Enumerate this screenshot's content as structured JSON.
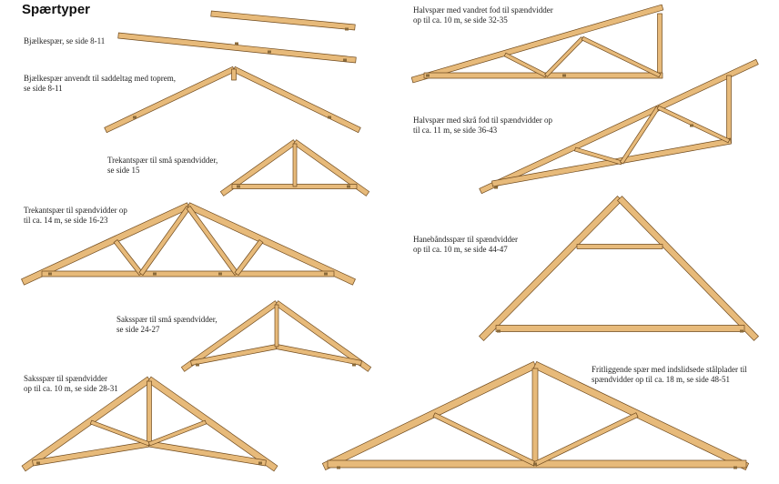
{
  "title": "Spærtyper",
  "colors": {
    "wood": "#e7ba7a",
    "wood_dark": "#c08a45",
    "edge": "#6f4a1e",
    "plate": "#8a6a3a"
  },
  "items": [
    {
      "id": "bjaelkespaer",
      "lines": [
        "Bjælkespær, se side 8-11"
      ]
    },
    {
      "id": "bjaelkespaer-saddeltag",
      "lines": [
        "Bjælkespær anvendt til saddeltag med toprem,",
        "se side 8-11"
      ]
    },
    {
      "id": "trekantspaer-sma",
      "lines": [
        "Trekantspær til små spændvidder,",
        "se side 15"
      ]
    },
    {
      "id": "trekantspaer",
      "lines": [
        "Trekantspær til spændvidder op",
        "til ca. 14 m, se side 16-23"
      ]
    },
    {
      "id": "sakspaer-sma",
      "lines": [
        "Saksspær til små spændvidder,",
        "se side 24-27"
      ]
    },
    {
      "id": "sakspaer",
      "lines": [
        "Saksspær til spændvidder",
        "op til ca. 10 m, se side 28-31"
      ]
    },
    {
      "id": "halvspaer-vandret",
      "lines": [
        "Halvspær med vandret fod til spændvidder",
        "op til ca. 10 m, se side 32-35"
      ]
    },
    {
      "id": "halvspaer-skraa",
      "lines": [
        "Halvspær med skrå fod til spændvidder op",
        "til ca. 11 m, se side 36-43"
      ]
    },
    {
      "id": "hanebaandsspaer",
      "lines": [
        "Hanebåndsspær til spændvidder",
        "op til ca. 10 m, se side 44-47"
      ]
    },
    {
      "id": "fritliggende-spaer",
      "lines": [
        "Fritliggende spær med indslidsede stålplader til",
        "spændvidder op til ca. 18 m, se side 48-51"
      ]
    }
  ]
}
